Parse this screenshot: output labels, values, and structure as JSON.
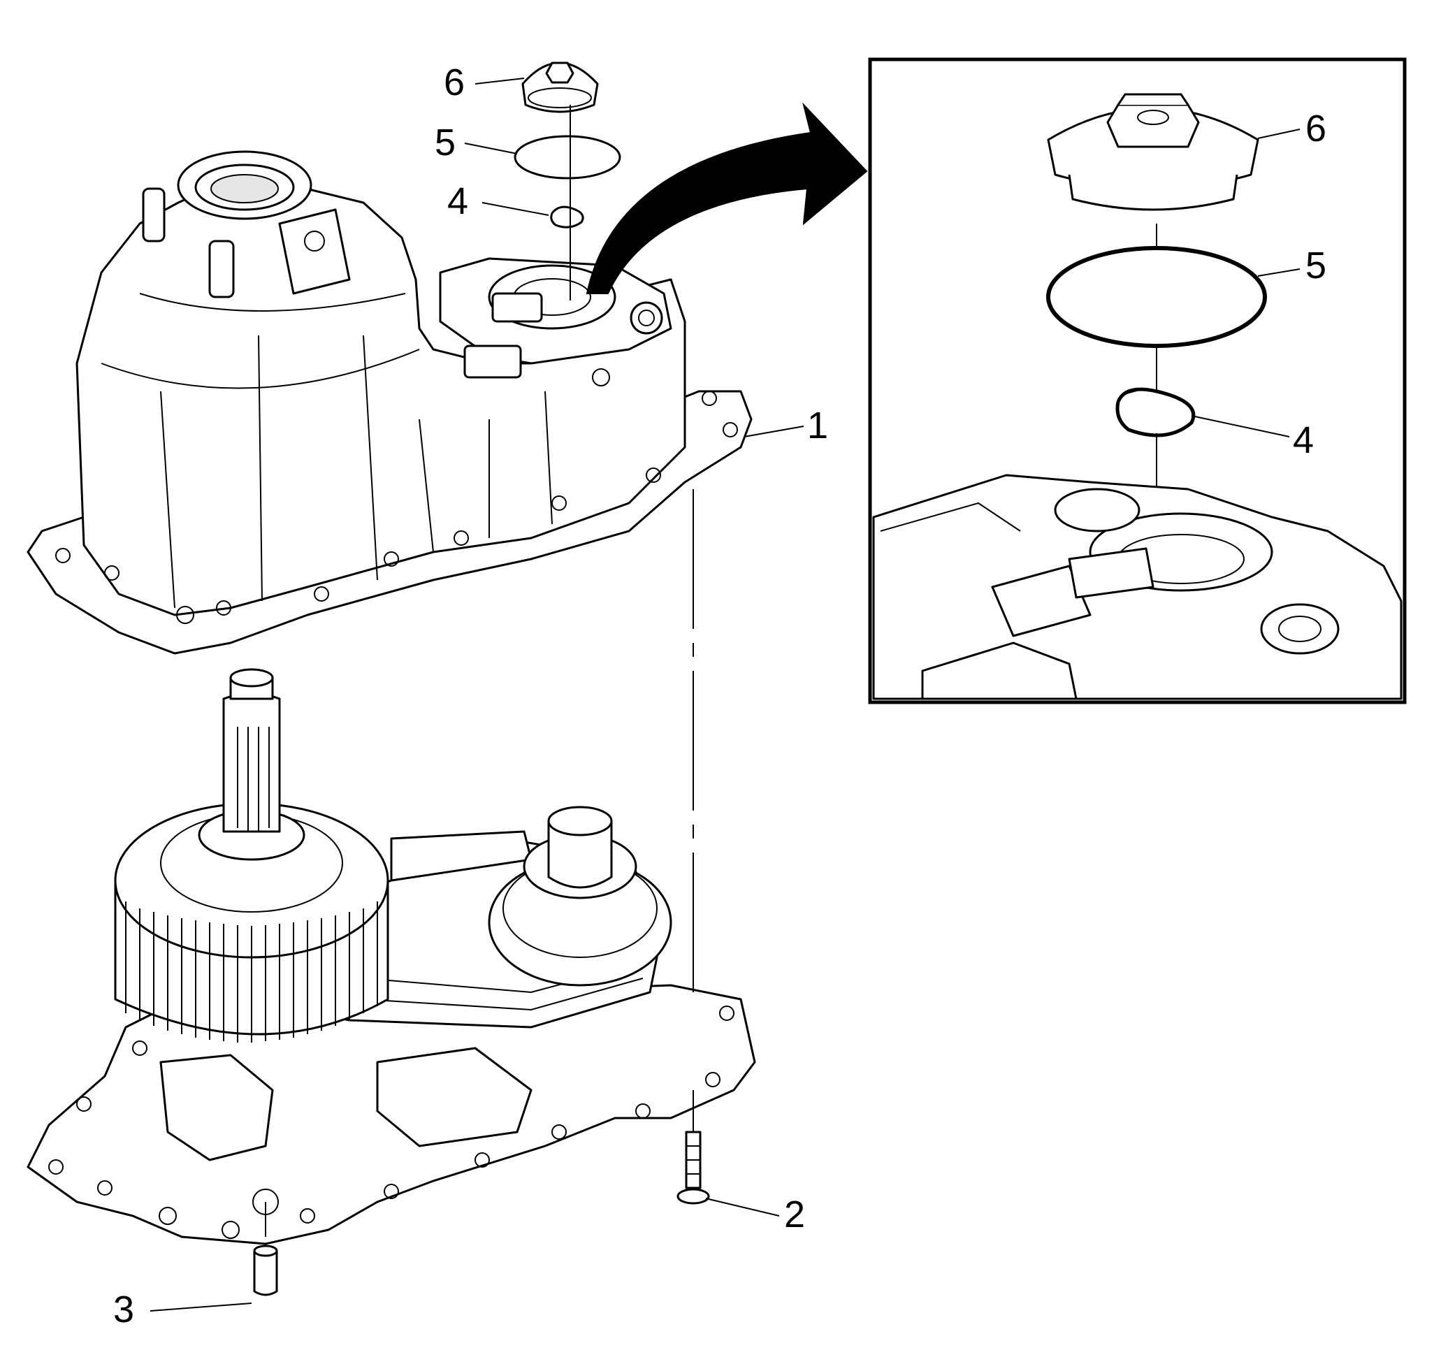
{
  "callouts": [
    {
      "id": "1",
      "label": "1"
    },
    {
      "id": "2",
      "label": "2"
    },
    {
      "id": "3",
      "label": "3"
    },
    {
      "id": "4",
      "label": "4"
    },
    {
      "id": "5",
      "label": "5"
    },
    {
      "id": "6",
      "label": "6"
    }
  ],
  "detail_callouts": [
    {
      "id": "6",
      "label": "6"
    },
    {
      "id": "5",
      "label": "5"
    },
    {
      "id": "4",
      "label": "4"
    }
  ],
  "colors": {
    "line": "#000000",
    "background": "#ffffff",
    "fill_light": "#e6e6e6"
  }
}
